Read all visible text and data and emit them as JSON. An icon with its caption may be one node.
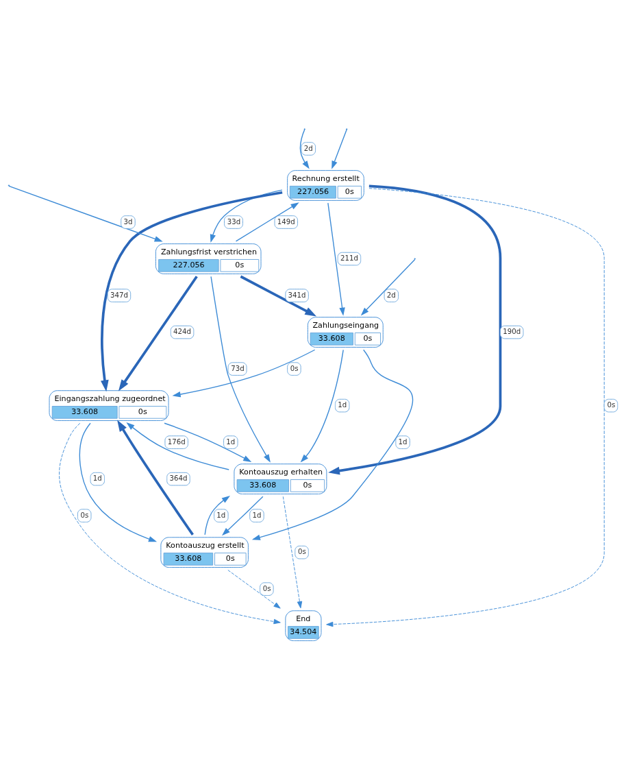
{
  "diagram": {
    "nodes": [
      {
        "text": [
          "Rechnung erstellt",
          "227.056",
          "0s"
        ]
      },
      {
        "text": [
          "Zahlungsfrist verstrichen",
          "227.056",
          "0s"
        ]
      },
      {
        "text": [
          "Zahlungseingang",
          "33.608",
          "0s"
        ]
      },
      {
        "text": [
          "Eingangszahlung zugeordnet",
          "33.608",
          "0s"
        ]
      },
      {
        "text": [
          "Kontoauszug erhalten",
          "33.608",
          "0s"
        ]
      },
      {
        "text": [
          "Kontoauszug erstellt",
          "33.608",
          "0s"
        ]
      },
      {
        "text": [
          "End",
          "34.504"
        ]
      }
    ],
    "edges": [
      {
        "from": null,
        "to": 0,
        "arrow": "to",
        "label": "2d"
      },
      {
        "from": null,
        "to": 0,
        "arrow": "to"
      },
      {
        "from": null,
        "to": 1,
        "arrow": "to",
        "label": "3d"
      },
      {
        "from": null,
        "to": 2,
        "arrow": "to",
        "label": "2d"
      },
      {
        "from": 0,
        "to": 1,
        "arrow": "to",
        "label": "33d"
      },
      {
        "from": 1,
        "to": 0,
        "arrow": "to",
        "label": "149d"
      },
      {
        "from": 0,
        "to": 2,
        "arrow": "to",
        "label": "211d"
      },
      {
        "from": 1,
        "to": 2,
        "arrow": "to",
        "label": "341d",
        "style": "thick"
      },
      {
        "from": 1,
        "to": 3,
        "arrow": "to",
        "label": "424d",
        "style": "thick"
      },
      {
        "from": 0,
        "to": 3,
        "arrow": "to",
        "label": "347d",
        "style": "thick"
      },
      {
        "from": 1,
        "to": 4,
        "arrow": "to",
        "label": "73d"
      },
      {
        "from": 0,
        "to": 4,
        "arrow": "to",
        "label": "190d",
        "style": "thick"
      },
      {
        "from": 0,
        "to": 6,
        "arrow": "to",
        "label": "0s",
        "style": "dashed"
      },
      {
        "from": 2,
        "to": 3,
        "arrow": "to",
        "label": "0s"
      },
      {
        "from": 2,
        "to": 4,
        "arrow": "to",
        "label": "1d"
      },
      {
        "from": 2,
        "to": 5,
        "arrow": "to",
        "label": "1d"
      },
      {
        "from": 3,
        "to": 4,
        "arrow": "to",
        "label": "1d"
      },
      {
        "from": 4,
        "to": 3,
        "arrow": "to",
        "label": "176d"
      },
      {
        "from": 3,
        "to": 5,
        "arrow": "to",
        "label": "1d"
      },
      {
        "from": 5,
        "to": 3,
        "arrow": "to",
        "label": "364d",
        "style": "thick"
      },
      {
        "from": 3,
        "to": 6,
        "arrow": "to",
        "label": "0s",
        "style": "dashed"
      },
      {
        "from": 4,
        "to": 5,
        "arrow": "to",
        "label": "1d"
      },
      {
        "from": 5,
        "to": 4,
        "arrow": "to",
        "label": "1d"
      },
      {
        "from": 4,
        "to": 6,
        "arrow": "to",
        "label": "0s",
        "style": "dashed"
      },
      {
        "from": 5,
        "to": 6,
        "arrow": "to",
        "label": "0s",
        "style": "dashed"
      }
    ]
  }
}
